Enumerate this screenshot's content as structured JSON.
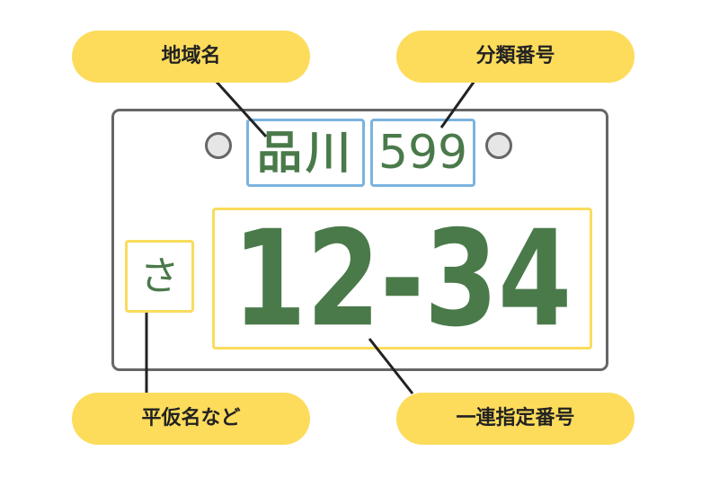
{
  "labels": {
    "region": "地域名",
    "class_number": "分類番号",
    "hiragana": "平仮名など",
    "serial_number": "一連指定番号"
  },
  "plate": {
    "region": "品川",
    "class_number": "599",
    "hiragana": "さ",
    "serial_number": "12-34"
  },
  "colors": {
    "label_bg": "#FDDC5C",
    "plate_text": "#4a7a4a",
    "blue_box": "#7ab3e0",
    "yellow_box": "#f9dc5c"
  }
}
